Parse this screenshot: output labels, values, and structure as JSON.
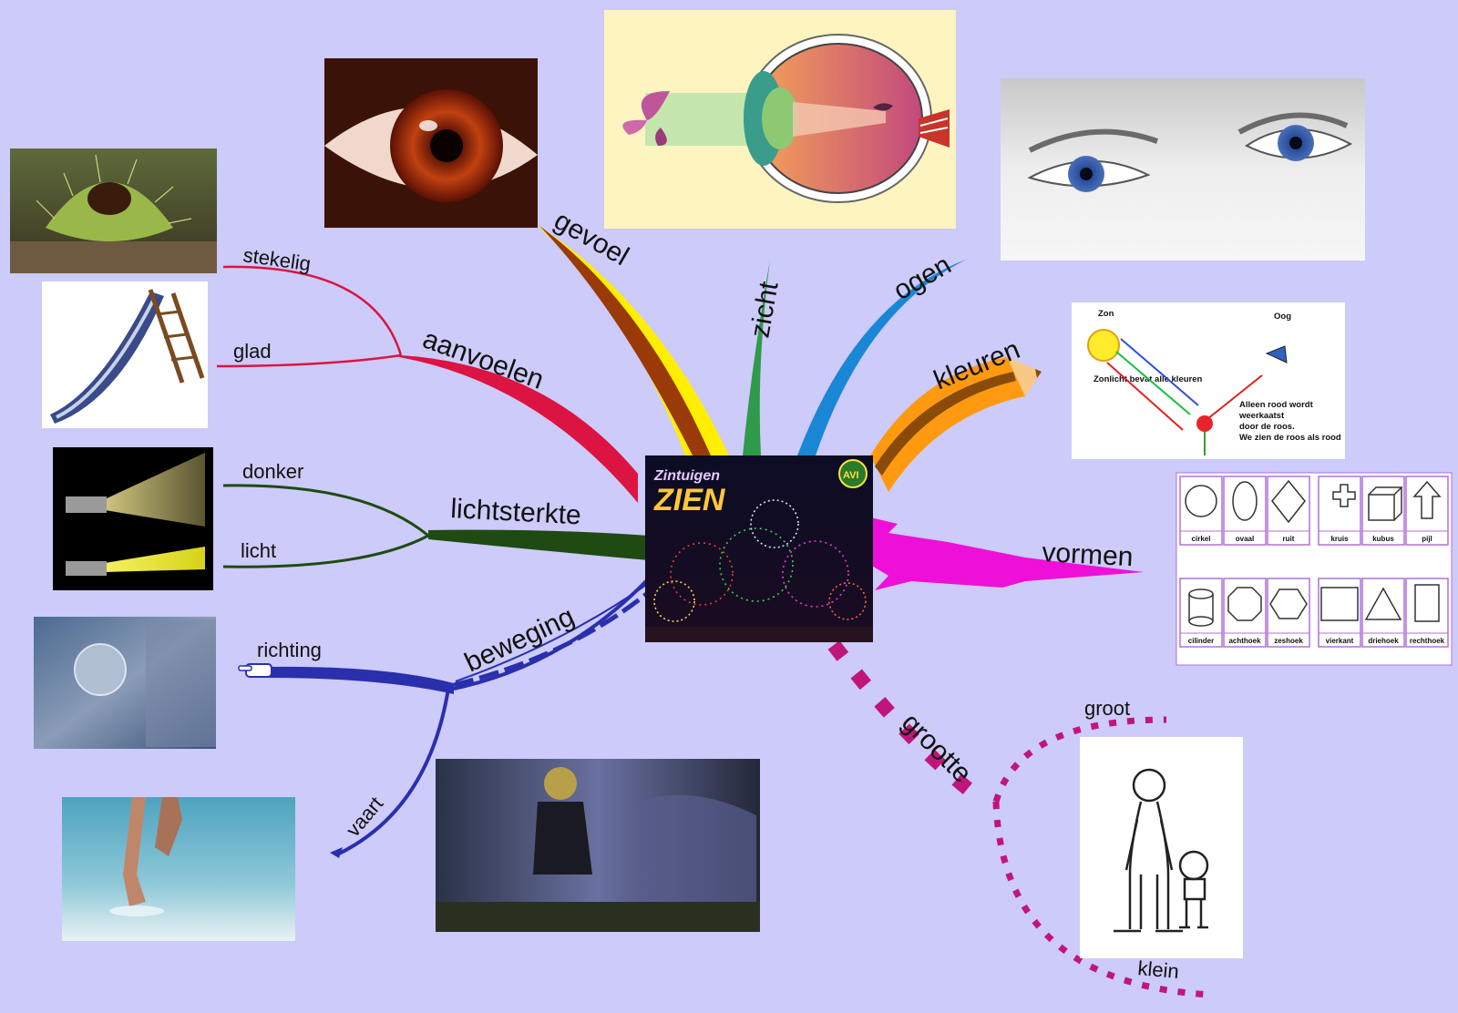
{
  "center": {
    "title_line1": "Zintuigen",
    "title_line2": "ZIEN",
    "badge": "AVI"
  },
  "branches": {
    "gevoel": "gevoel",
    "zicht": "zicht",
    "ogen": "ogen",
    "kleuren": "kleuren",
    "vormen": "vormen",
    "grootte": "grootte",
    "aanvoelen": "aanvoelen",
    "lichtsterkte": "lichtsterkte",
    "beweging": "beweging"
  },
  "sub_branches": {
    "stekelig": "stekelig",
    "glad": "glad",
    "donker": "donker",
    "licht": "licht",
    "richting": "richting",
    "vaart": "vaart",
    "groot": "groot",
    "klein": "klein"
  },
  "kleuren_diagram": {
    "sun_label": "Zon",
    "eye_label": "Oog",
    "sun_caption": "Zonlicht bevat alle kleuren",
    "line1": "Alleen rood wordt",
    "line2": "weerkaatst",
    "line3": "door de roos.",
    "line4": "We zien de roos als rood"
  },
  "shapes_chart": {
    "row1": [
      "cirkel",
      "ovaal",
      "ruit",
      "kruis",
      "kubus",
      "pijl"
    ],
    "row2": [
      "cilinder",
      "achthoek",
      "zeshoek",
      "vierkant",
      "driehoek",
      "rechthoek"
    ]
  },
  "colors": {
    "background": "#cccbf9",
    "aanvoelen": "#dc1442",
    "lichtsterkte": "#1f4a12",
    "beweging": "#2a2fae",
    "gevoel_yellow": "#ffee00",
    "gevoel_brown": "#9a3a08",
    "zicht": "#2e9a4a",
    "ogen": "#1a86d6",
    "kleuren": "#ff9a10",
    "vormen": "#ee10d8",
    "grootte": "#c0167a"
  }
}
